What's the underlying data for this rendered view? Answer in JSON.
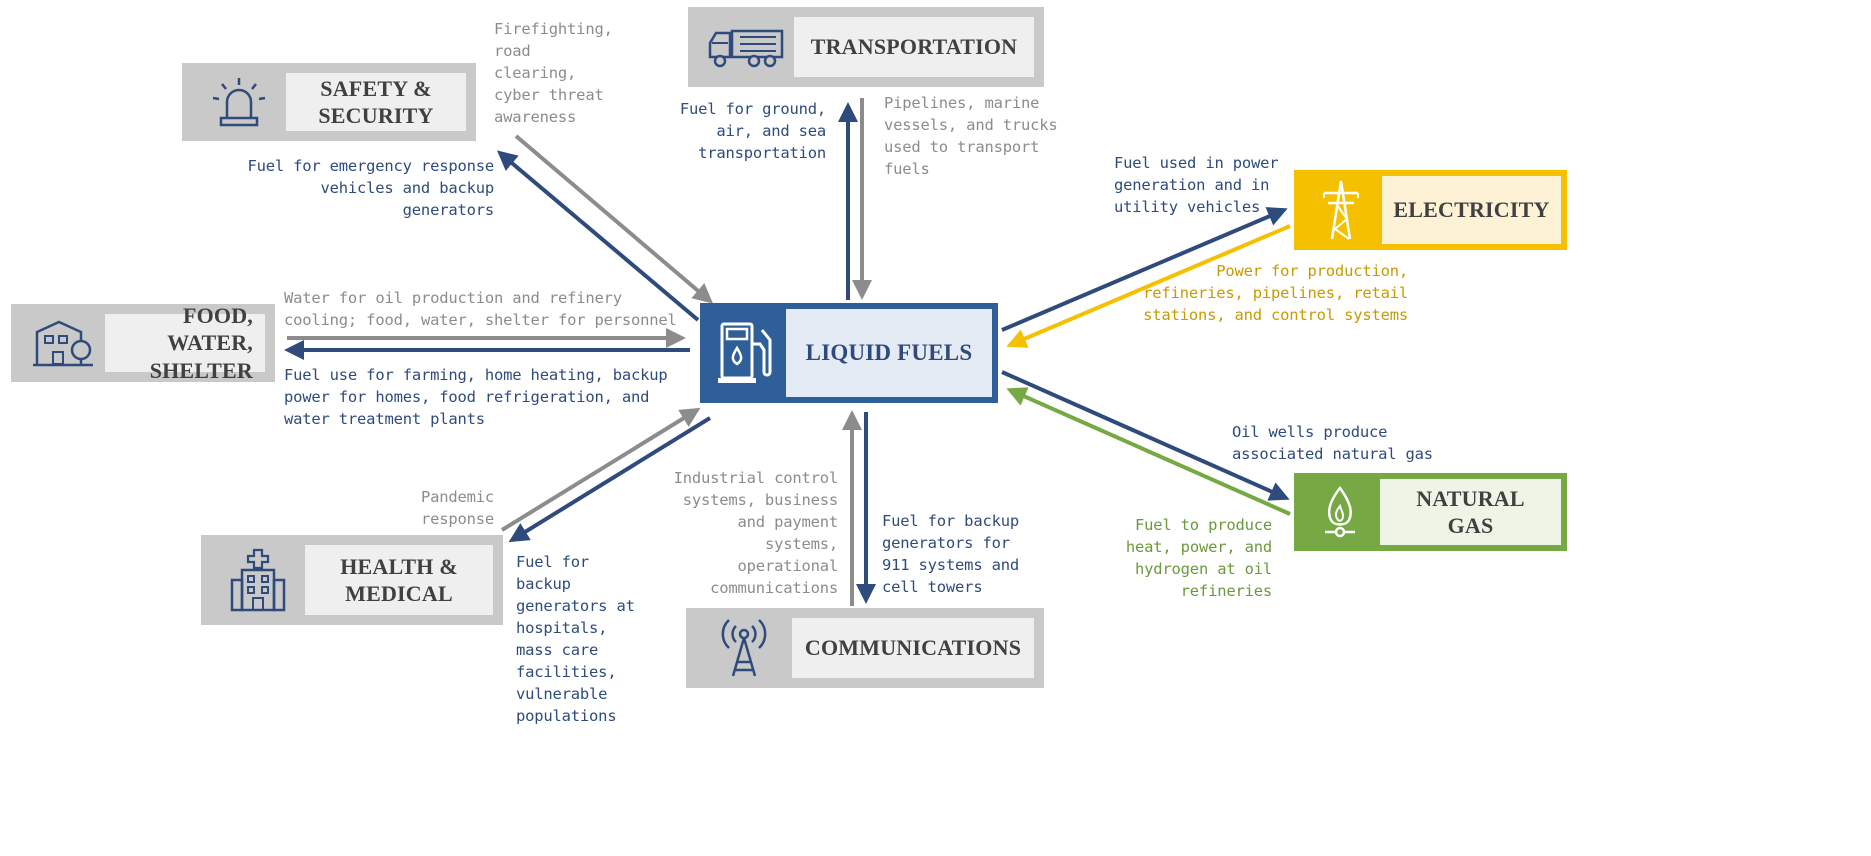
{
  "colors": {
    "blue": "#2f4b7c",
    "gray": "#8c8c8c",
    "gold": "#f5c000",
    "green": "#76a843"
  },
  "nodes": {
    "center": {
      "label": "LIQUID FUELS",
      "icon": "fuel-pump-icon"
    },
    "transportation": {
      "label": "TRANSPORTATION",
      "icon": "truck-icon"
    },
    "safety": {
      "label": "SAFETY &\nSECURITY",
      "icon": "siren-icon"
    },
    "food": {
      "label": "FOOD, WATER,\nSHELTER",
      "icon": "house-icon"
    },
    "health": {
      "label": "HEALTH &\nMEDICAL",
      "icon": "hospital-icon"
    },
    "communications": {
      "label": "COMMUNICATIONS",
      "icon": "radio-tower-icon"
    },
    "electricity": {
      "label": "ELECTRICITY",
      "icon": "transmission-tower-icon"
    },
    "natural_gas": {
      "label": "NATURAL\nGAS",
      "icon": "flame-icon"
    }
  },
  "notes": {
    "safety_in": "Firefighting,\nroad\nclearing,\ncyber threat\nawareness",
    "safety_out": "Fuel for emergency response\nvehicles and backup\ngenerators",
    "transport_out": "Fuel for ground,\nair, and sea\ntransportation",
    "transport_in": "Pipelines, marine\nvessels, and trucks\nused to transport\nfuels",
    "electricity_out": "Fuel used in power\ngeneration and in\nutility vehicles",
    "electricity_in": "Power for production,\nrefineries, pipelines, retail\nstations, and control systems",
    "food_in": "Water for oil production and refinery\ncooling; food, water, shelter for personnel",
    "food_out": "Fuel use for farming, home heating, backup\npower for homes, food refrigeration, and\nwater treatment plants",
    "gas_out": "Oil wells produce\nassociated natural gas",
    "gas_in": "Fuel to produce\nheat, power, and\nhydrogen at oil\nrefineries",
    "health_in": "Pandemic\nresponse",
    "health_out": "Fuel for\nbackup\ngenerators at\nhospitals,\nmass care\nfacilities,\nvulnerable\npopulations",
    "comm_in": "Industrial control\nsystems, business\nand payment\nsystems,\noperational\ncommunications",
    "comm_out": "Fuel for backup\ngenerators for\n911 systems and\ncell towers"
  }
}
